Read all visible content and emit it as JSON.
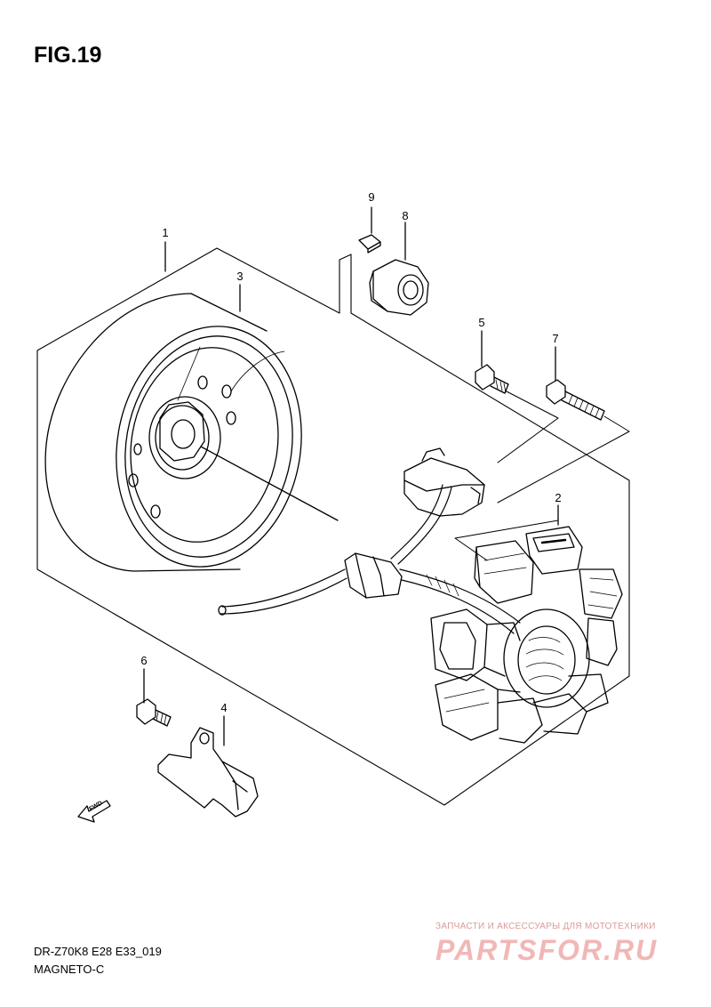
{
  "figure": {
    "title": "FIG.19"
  },
  "callouts": [
    {
      "id": "1",
      "label": "1"
    },
    {
      "id": "2",
      "label": "2"
    },
    {
      "id": "3",
      "label": "3"
    },
    {
      "id": "4",
      "label": "4"
    },
    {
      "id": "5",
      "label": "5"
    },
    {
      "id": "6",
      "label": "6"
    },
    {
      "id": "7",
      "label": "7"
    },
    {
      "id": "8",
      "label": "8"
    },
    {
      "id": "9",
      "label": "9"
    }
  ],
  "direction_marker": {
    "label": "FWD"
  },
  "footer": {
    "code": "DR-Z70K8 E28 E33_019",
    "name": "MAGNETO-C"
  },
  "watermark": {
    "tagline": "ЗАПЧАСТИ И АКСЕССУАРЫ ДЛЯ МОТОТЕХНИКИ",
    "brand": "PARTSFOR.RU",
    "color": "#f1b7b7"
  }
}
